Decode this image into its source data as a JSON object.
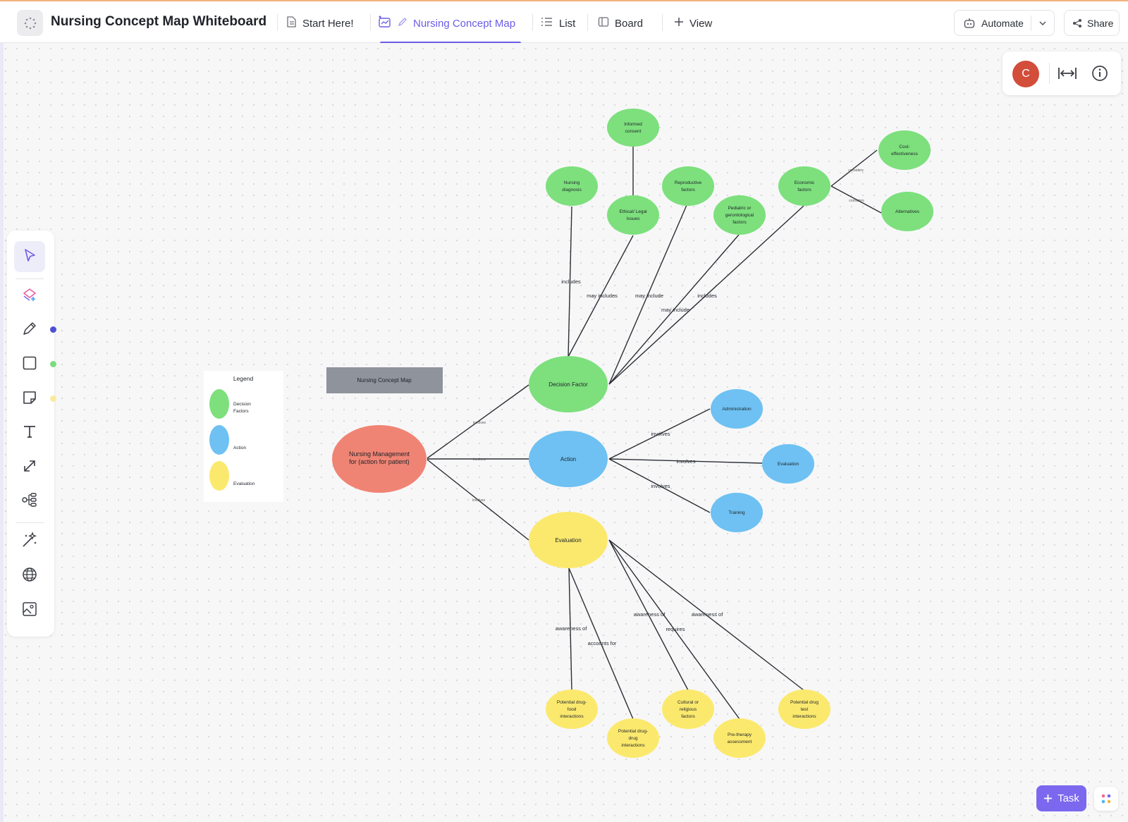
{
  "header": {
    "title": "Nursing Concept Map Whiteboard",
    "tabs": [
      {
        "label": "Start Here!",
        "icon": "doc-icon"
      },
      {
        "label": "Nursing Concept Map",
        "icon": "whiteboard-icon",
        "active": true
      },
      {
        "label": "List",
        "icon": "list-icon"
      },
      {
        "label": "Board",
        "icon": "board-icon"
      },
      {
        "label": "View",
        "icon": "plus-icon"
      }
    ],
    "automate_label": "Automate",
    "share_label": "Share"
  },
  "toolbar": {
    "tools": [
      "pointer-icon",
      "ai-shapes-icon",
      "pen-icon",
      "square-icon",
      "sticky-note-icon",
      "text-icon",
      "connector-icon",
      "mindmap-icon",
      "magic-icon",
      "globe-icon",
      "image-icon"
    ],
    "tool_dot_colors": [
      "#4e4fd6",
      "#7bdc7d",
      "#f8ec9c"
    ]
  },
  "panel": {
    "avatar_initial": "C"
  },
  "footer": {
    "task_label": "Task"
  },
  "legend": {
    "title": "Legend",
    "items": [
      {
        "label": "Decision Factors",
        "color": "#7de07d"
      },
      {
        "label": "Action",
        "color": "#6ec1f2"
      },
      {
        "label": "Evaluation",
        "color": "#fbe96e"
      }
    ]
  },
  "map_title": "Nursing Concept Map",
  "colors": {
    "root": "#f08474",
    "decision": "#7de07d",
    "action": "#6ec1f2",
    "evaluation": "#fbe96e",
    "title_box": "#8e939c"
  },
  "nodes": {
    "root": [
      "Nursing Management",
      "for (action for patient)"
    ],
    "decision": [
      "Decision Factor"
    ],
    "action": [
      "Action"
    ],
    "evaluation": [
      "Evaluation"
    ],
    "informed": [
      "Informed",
      "consent"
    ],
    "nursing_dx": [
      "Nursing",
      "diagnosis"
    ],
    "ethical": [
      "Ethical/ Legal",
      "Issues"
    ],
    "reproductive": [
      "Reproductive",
      "factors"
    ],
    "pediatric": [
      "Pediatric or",
      "gerontological",
      "factors"
    ],
    "economic": [
      "Economic",
      "factors"
    ],
    "cost": [
      "Cost-",
      "effectiveness"
    ],
    "alternatives": [
      "Alternatives"
    ],
    "administration": [
      "Administration"
    ],
    "evaluation_action": [
      "Evaluation"
    ],
    "training": [
      "Training"
    ],
    "drug_food": [
      "Potential drug-",
      "food",
      "interactions"
    ],
    "drug_drug": [
      "Potential drug-",
      "drug",
      "interactions"
    ],
    "cultural": [
      "Cultural or",
      "religious",
      "factors"
    ],
    "pretherapy": [
      "Pre-therapy",
      "assessment"
    ],
    "drug_lab": [
      "Potential drug",
      "test",
      "interactions"
    ]
  },
  "edge_labels": {
    "involves": "involves",
    "includes": "includes",
    "may_includes": "may includes",
    "may_include": "may include",
    "awareness_of": "awareness of",
    "accounts_for": "accounts for",
    "requires": "requires",
    "considers": "considers"
  }
}
